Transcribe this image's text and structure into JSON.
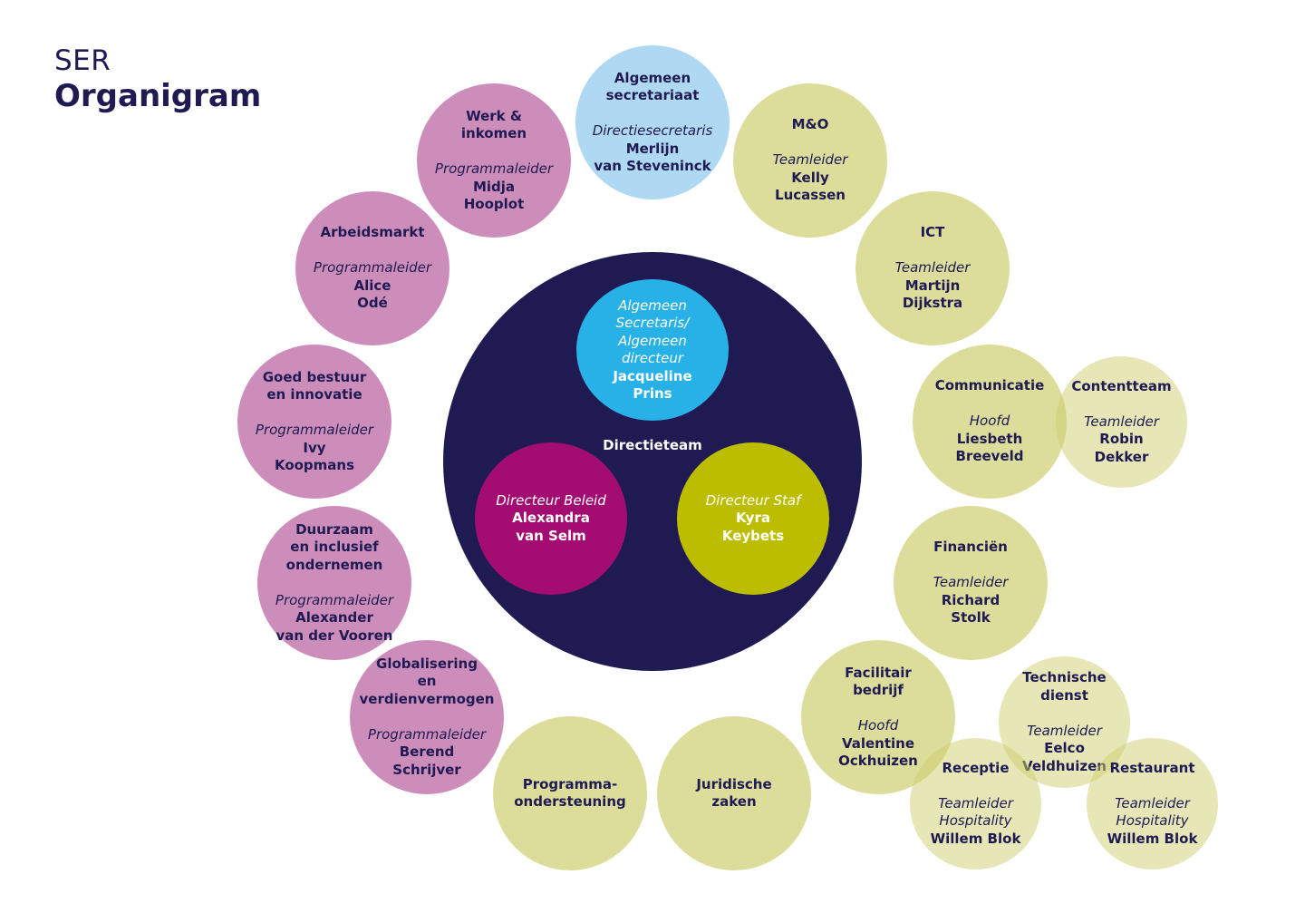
{
  "title": {
    "org": "SER",
    "main": "Organigram"
  },
  "directie": {
    "label": "Directieteam",
    "secretaris": {
      "role_line1": "Algemeen Secretaris/",
      "role_line2": "Algemeen directeur",
      "name_line1": "Jacqueline",
      "name_line2": "Prins"
    },
    "beleid": {
      "role": "Directeur Beleid",
      "name_line1": "Alexandra",
      "name_line2": "van Selm"
    },
    "staf": {
      "role": "Directeur Staf",
      "name_line1": "Kyra",
      "name_line2": "Keybets"
    }
  },
  "units": {
    "werk": {
      "head": [
        "Werk &",
        "inkomen"
      ],
      "role": "Programmaleider",
      "name": [
        "Midja",
        "Hooplot"
      ]
    },
    "secretariaat": {
      "head": [
        "Algemeen",
        "secretariaat"
      ],
      "role": "Directiesecretaris",
      "name": [
        "Merlijn",
        "van Steveninck"
      ]
    },
    "mo": {
      "head": [
        "M&O"
      ],
      "role": "Teamleider",
      "name": [
        "Kelly",
        "Lucassen"
      ]
    },
    "arbeidsmarkt": {
      "head": [
        "Arbeidsmarkt"
      ],
      "role": "Programmaleider",
      "name": [
        "Alice",
        "Odé"
      ]
    },
    "ict": {
      "head": [
        "ICT"
      ],
      "role": "Teamleider",
      "name": [
        "Martijn",
        "Dijkstra"
      ]
    },
    "bestuur": {
      "head": [
        "Goed bestuur",
        "en innovatie"
      ],
      "role": "Programmaleider",
      "name": [
        "Ivy",
        "Koopmans"
      ]
    },
    "communicatie": {
      "head": [
        "Communicatie"
      ],
      "role": "Hoofd",
      "name": [
        "Liesbeth",
        "Breeveld"
      ]
    },
    "content": {
      "head": [
        "Contentteam"
      ],
      "role": "Teamleider",
      "name": [
        "Robin",
        "Dekker"
      ]
    },
    "duurzaam": {
      "head": [
        "Duurzaam",
        "en inclusief",
        "ondernemen"
      ],
      "role": "Programmaleider",
      "name": [
        "Alexander",
        "van der Vooren"
      ]
    },
    "financien": {
      "head": [
        "Financiën"
      ],
      "role": "Teamleider",
      "name": [
        "Richard",
        "Stolk"
      ]
    },
    "globalisering": {
      "head": [
        "Globalisering",
        "en verdienvermogen"
      ],
      "role": "Programmaleider",
      "name": [
        "Berend",
        "Schrijver"
      ]
    },
    "facilitair": {
      "head": [
        "Facilitair",
        "bedrijf"
      ],
      "role": "Hoofd",
      "name": [
        "Valentine",
        "Ockhuizen"
      ]
    },
    "technisch": {
      "head": [
        "Technische",
        "dienst"
      ],
      "role": "Teamleider",
      "name": [
        "Eelco",
        "Veldhuizen"
      ]
    },
    "programma": {
      "head": [
        "Programma-",
        "ondersteuning"
      ]
    },
    "juridisch": {
      "head": [
        "Juridische",
        "zaken"
      ]
    },
    "receptie": {
      "head": [
        "Receptie"
      ],
      "role": [
        "Teamleider",
        "Hospitality"
      ],
      "name": [
        "Willem Blok"
      ]
    },
    "restaurant": {
      "head": [
        "Restaurant"
      ],
      "role": [
        "Teamleider",
        "Hospitality"
      ],
      "name": [
        "Willem Blok"
      ]
    }
  },
  "colors": {
    "navy": "#1f1a52",
    "pink": "#cd8dbb",
    "olive": "#cdcd70",
    "light_blue": "#afd8f2",
    "cyan": "#27b1e6",
    "magenta": "#a30d72",
    "lime": "#bdbd00"
  }
}
